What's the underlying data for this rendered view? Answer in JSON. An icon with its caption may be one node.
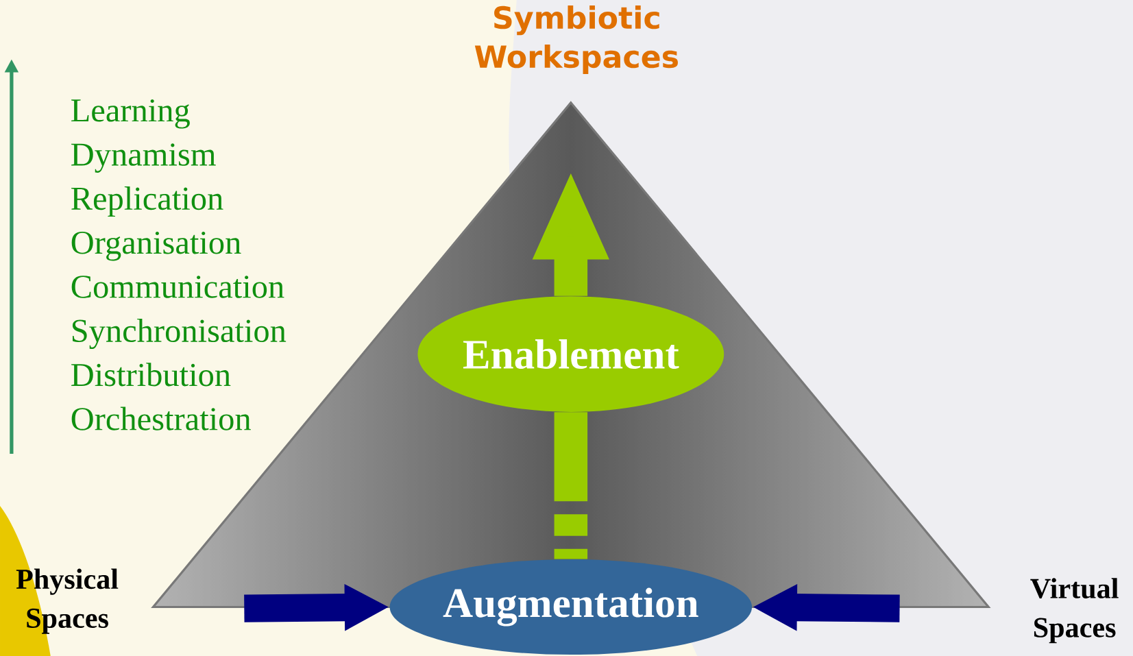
{
  "diagram": {
    "nodes": [
      {
        "text": [
          "Symbiotic Workspaces"
        ]
      },
      {
        "text": [
          "Enablement"
        ]
      },
      {
        "text": [
          "Augmentation"
        ]
      }
    ],
    "edges": [
      {
        "from": 2,
        "to": 1,
        "arrow": "none",
        "style": "dashed",
        "color": "#99cc00"
      },
      {
        "from": 1,
        "to": null,
        "arrow": "to",
        "color": "#99cc00"
      },
      {
        "from": null,
        "to": 2,
        "arrow": "to",
        "color": "#000080"
      },
      {
        "from": null,
        "to": 2,
        "arrow": "to",
        "color": "#000080"
      }
    ],
    "labels": [
      "Learning",
      "Dynamism",
      "Replication",
      "Organisation",
      "Communication",
      "Synchronisation",
      "Distribution",
      "Orchestration",
      "Physical Spaces",
      "Virtual Spaces"
    ]
  }
}
